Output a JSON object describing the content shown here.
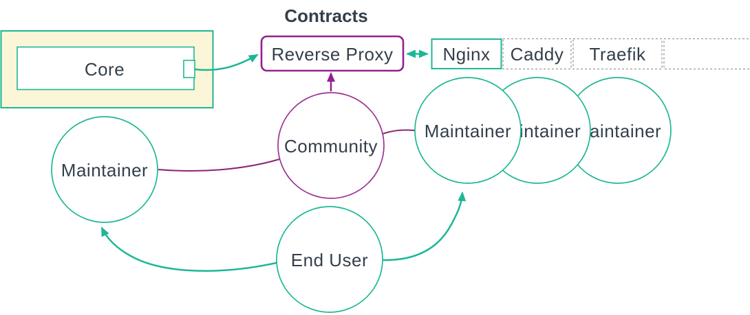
{
  "title": "Contracts",
  "colors": {
    "teal": "#1CB795",
    "purple_box": "#93208E",
    "purple_line": "#8B2571",
    "community_stroke": "#9C3292",
    "cluster_fill": "#FCF6D8",
    "dashed_gray": "#999999",
    "text": "#333F4B",
    "background": "#FFFFFF"
  },
  "nodes": {
    "core": {
      "label": "Core"
    },
    "reverse_proxy": {
      "label": "Reverse Proxy"
    },
    "proxy_options": [
      {
        "label": "Nginx",
        "border": "solid-teal"
      },
      {
        "label": "Caddy",
        "border": "dashed-gray"
      },
      {
        "label": "Traefik",
        "border": "dashed-gray"
      },
      {
        "label": "",
        "border": "dashed-gray"
      }
    ],
    "community": {
      "label": "Community"
    },
    "maintainer_left": {
      "label": "Maintainer"
    },
    "maintainers_right": [
      {
        "label": "Maintainer"
      },
      {
        "label": "Maintainer"
      },
      {
        "label": "Maintainer"
      }
    ],
    "end_user": {
      "label": "End User"
    }
  },
  "edges": [
    {
      "from": "Core",
      "to": "Reverse Proxy",
      "style": "arrow",
      "color": "teal"
    },
    {
      "from": "Reverse Proxy",
      "to": "Nginx",
      "style": "double-arrow",
      "color": "teal"
    },
    {
      "from": "Community",
      "to": "Reverse Proxy",
      "style": "arrow",
      "color": "purple"
    },
    {
      "from": "Community",
      "to": "Maintainer-left",
      "style": "line",
      "color": "purple"
    },
    {
      "from": "Community",
      "to": "Maintainer-right-1",
      "style": "line",
      "color": "purple"
    },
    {
      "from": "End User",
      "to": "Maintainer-left",
      "style": "arrow",
      "color": "teal"
    },
    {
      "from": "End User",
      "to": "Maintainer-right-1",
      "style": "arrow",
      "color": "teal"
    }
  ]
}
